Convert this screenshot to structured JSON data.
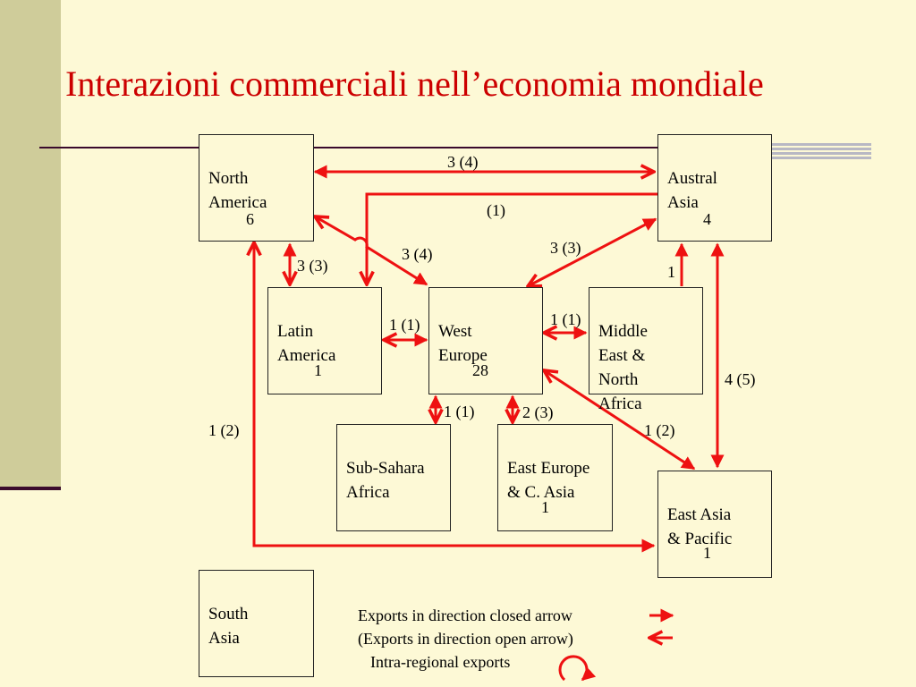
{
  "title": "Interazioni commerciali nell’economia mondiale",
  "colors": {
    "arrow": "#ee1111",
    "title": "#cc0000",
    "box_border": "#222222",
    "background": "#fdf9d6"
  },
  "regions": {
    "north_america": {
      "name": "North\nAmerica",
      "intra": "6"
    },
    "austral_asia": {
      "name": "Austral\nAsia",
      "intra": "4"
    },
    "latin_america": {
      "name": "Latin\nAmerica",
      "intra": "1"
    },
    "west_europe": {
      "name": "West\nEurope",
      "intra": "28"
    },
    "middle_east": {
      "name": "Middle\nEast &\nNorth\nAfrica"
    },
    "sub_sahara": {
      "name": "Sub-Sahara\nAfrica"
    },
    "east_europe": {
      "name": "East Europe\n& C. Asia",
      "intra": "1"
    },
    "east_asia": {
      "name": "East Asia\n& Pacific",
      "intra": "1"
    },
    "south_asia": {
      "name": "South\nAsia"
    }
  },
  "flows": {
    "na_aa": "3 (4)",
    "aa_la": "(1)",
    "na_we": "3 (4)",
    "aa_we": "3 (3)",
    "na_la": "3 (3)",
    "me_aa": "1",
    "la_we": "1 (1)",
    "we_me": "1 (1)",
    "we_ss": "1 (1)",
    "we_ee": "2 (3)",
    "we_ea": "1 (2)",
    "na_ea": "1 (2)",
    "aa_ea": "4 (5)"
  },
  "legend": {
    "closed": "Exports in direction closed arrow",
    "open": "(Exports in direction open arrow)",
    "intra": "Intra-regional exports"
  }
}
